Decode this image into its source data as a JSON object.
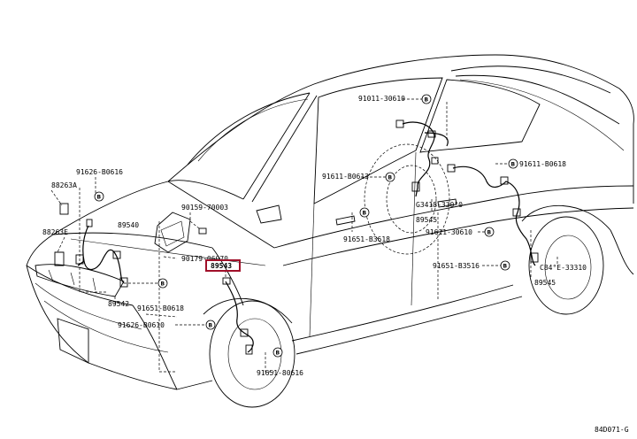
{
  "diagram": {
    "highlight_color": "#a0102a",
    "line_color": "#000000",
    "background": "#ffffff"
  },
  "labels": {
    "p91011_30610": "91011-30610",
    "p91611_b0618": "91611-B0618",
    "p91626_b0616": "91626-B0616",
    "p88263a": "88263A",
    "p88263e": "88263E",
    "p90159_70003": "90159-70003",
    "p89540": "89540",
    "p90179_06070": "90179-06070",
    "p89543": "89543",
    "p91611_b0613": "91611-B0613",
    "p89542": "89542",
    "p91651_b0618": "91651-B0618",
    "p91626_b0610": "91626-B0610",
    "p91651_80616": "91651-80616",
    "p90418_33070": "G3418-330°0",
    "p89545_a": "89545",
    "p91651_b3618": "91651-B3618",
    "p91611_30610": "91611-30610",
    "p91651_b3516": "91651-B3516",
    "p90416_33310": "C84°E-33310",
    "p89545_b": "89545",
    "diagram_code": "84D071-G"
  },
  "bolt_mark": "B"
}
